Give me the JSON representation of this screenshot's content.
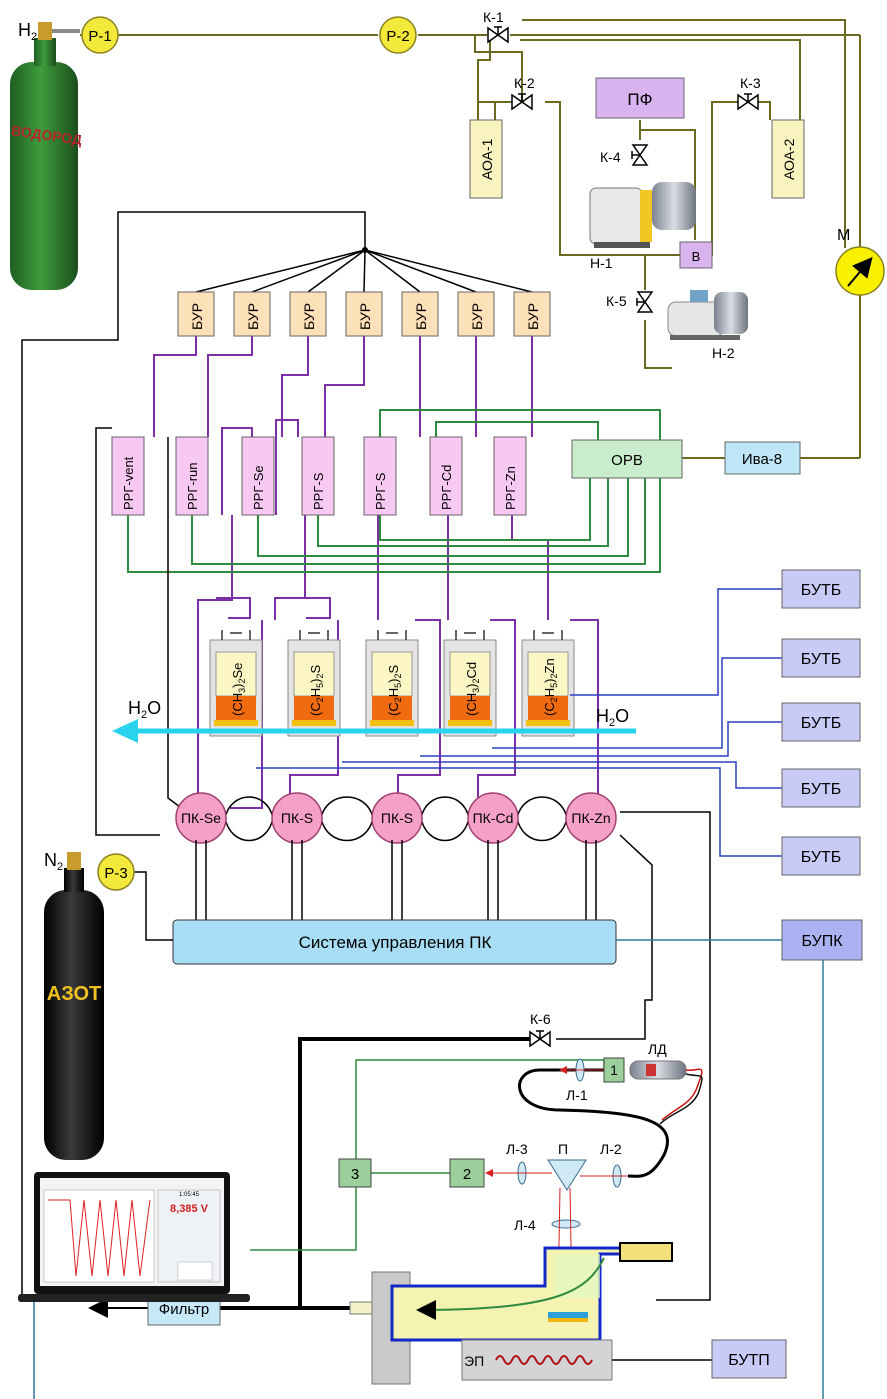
{
  "gases": {
    "h2_label": "H",
    "h2_sub": "2",
    "n2_label": "N",
    "n2_sub": "2",
    "h2o_left": "H",
    "h2o_right": "H",
    "h2o_sub": "2",
    "h2o_o": "O",
    "h2_out": "H",
    "h2_out_sub": "2"
  },
  "cylinders": {
    "hydrogen_text": "ВОДОРОД",
    "nitrogen_text": "АЗОТ"
  },
  "regulators": {
    "r1": "Р-1",
    "r2": "Р-2",
    "r3": "Р-3"
  },
  "valves": {
    "k1": "К-1",
    "k2": "К-2",
    "k3": "К-3",
    "k4": "К-4",
    "k5": "К-5",
    "k6": "К-6"
  },
  "vacuum": {
    "pf": "ПФ",
    "aoa1": "АОА-1",
    "aoa2": "АОА-2",
    "b": "В",
    "h1": "Н-1",
    "h2": "Н-2",
    "m": "М"
  },
  "bur_label": "БУР",
  "rrg": [
    "РРГ-vent",
    "РРГ-run",
    "РРГ-Se",
    "РРГ-S",
    "РРГ-S",
    "РРГ-Cd",
    "РРГ-Zn"
  ],
  "orv": "ОРВ",
  "iva": "Ива-8",
  "sources": [
    {
      "a": "(CH",
      "s1": "3",
      "b": ")",
      "s2": "2",
      "c": "Se"
    },
    {
      "a": "(C",
      "s1": "2",
      "b": "H",
      "s2": "5",
      "c": ")",
      "s3": "2",
      "d": "S"
    },
    {
      "a": "(C",
      "s1": "2",
      "b": "H",
      "s2": "5",
      "c": ")",
      "s3": "2",
      "d": "S"
    },
    {
      "a": "(CH",
      "s1": "3",
      "b": ")",
      "s2": "2",
      "c": "Cd"
    },
    {
      "a": "(C",
      "s1": "2",
      "b": "H",
      "s2": "5",
      "c": ")",
      "s3": "2",
      "d": "Zn"
    }
  ],
  "butb_label": "БУТБ",
  "switches": [
    "ПК-Se",
    "ПК-S",
    "ПК-S",
    "ПК-Cd",
    "ПК-Zn"
  ],
  "control_system": "Система управления ПК",
  "bupk": "БУПК",
  "optics": {
    "ld": "ЛД",
    "l1": "Л-1",
    "l2": "Л-2",
    "l3": "Л-3",
    "l4": "Л-4",
    "prism": "П",
    "box1": "1",
    "box2": "2",
    "box3": "3"
  },
  "reactor": {
    "ep": "ЭП",
    "butp": "БУТП",
    "filter": "Фильтр"
  },
  "laptop": {
    "time": "1:05:45",
    "voltage": "8,385 V"
  },
  "colors": {
    "olive_line": "#6b6a1e",
    "purple_line": "#7d2fa8",
    "green_line": "#2e8b3f",
    "blue_line": "#2a3fc2",
    "teal_line": "#2b7c98",
    "bur_fill": "#fbe0b8",
    "rrg_fill": "#f7c8f2",
    "butb_fill": "#c9cbf7",
    "switch_fill": "#f5a0c7",
    "regulator_fill": "#f2e93a",
    "water": "#29d3ee"
  }
}
